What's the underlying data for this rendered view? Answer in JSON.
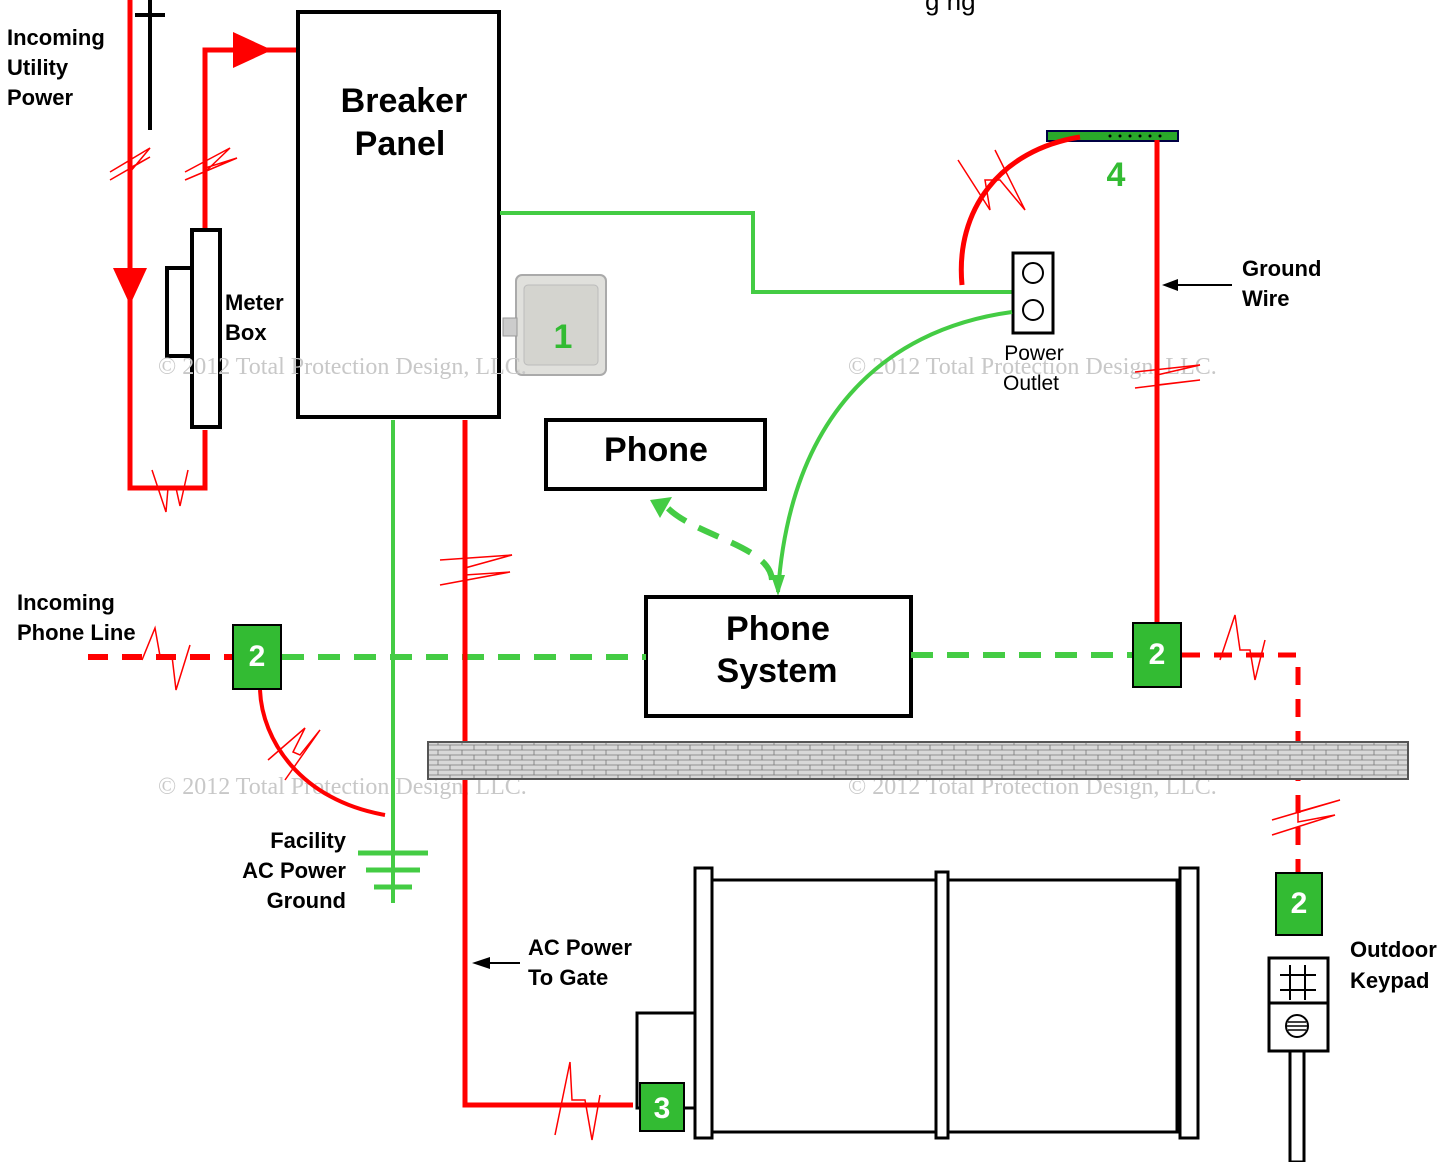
{
  "labels": {
    "incoming_power": [
      "Incoming",
      "Utility",
      "Power"
    ],
    "breaker_panel": [
      "Breaker",
      "Panel"
    ],
    "meter_box": [
      "Meter",
      "Box"
    ],
    "power_outlet": [
      "Power",
      "Outlet"
    ],
    "ground_wire": [
      "Ground",
      "Wire"
    ],
    "phone": "Phone",
    "phone_system": [
      "Phone",
      "System"
    ],
    "incoming_phone": [
      "Incoming",
      "Phone Line"
    ],
    "facility_ground": [
      "Facility",
      "AC Power",
      "Ground"
    ],
    "ac_power_gate": [
      "AC Power",
      "To Gate"
    ],
    "outdoor_keypad": [
      "Outdoor",
      "Keypad"
    ],
    "top_fragment": "g      ng"
  },
  "badges": {
    "b1": "1",
    "b2a": "2",
    "b2b": "2",
    "b2c": "2",
    "b3": "3",
    "b4": "4"
  },
  "watermarks": {
    "w1": "© 2012 Total Protection Design, LLC.",
    "w2": "© 2012 Total Protection Design, LLC.",
    "w3": "© 2012 Total Protection Design, LLC.",
    "w4": "© 2012 Total Protection Design, LLC."
  },
  "colors": {
    "red_wire": "#ff0000",
    "green_wire": "#44cc44",
    "badge_green": "#33bb33",
    "wall_gray": "#bbbbbb"
  }
}
